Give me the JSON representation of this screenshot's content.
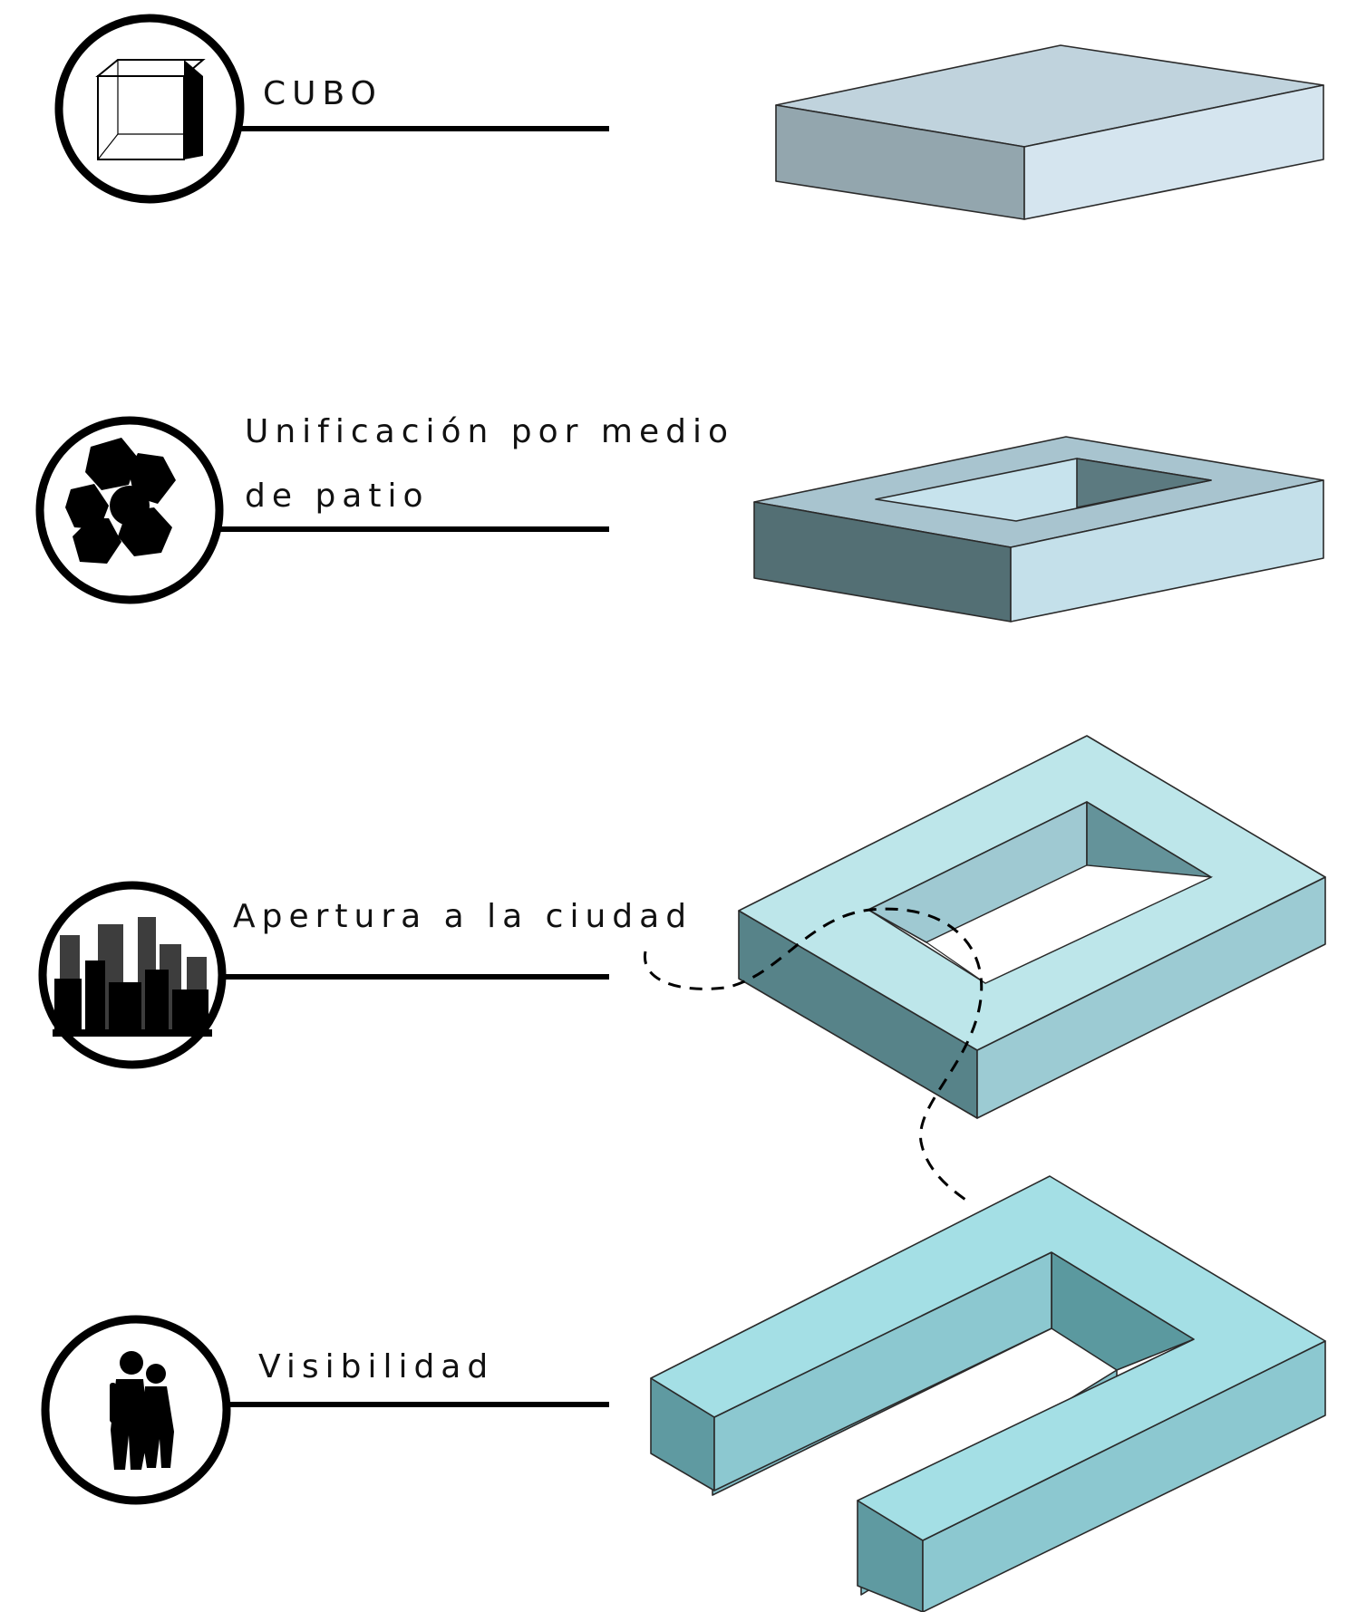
{
  "steps": [
    {
      "label_lines": [
        "CUBO"
      ],
      "icon": "cube-icon"
    },
    {
      "label_lines": [
        "Unificación por medio",
        "de patio"
      ],
      "icon": "hands-circle-icon"
    },
    {
      "label_lines": [
        "Apertura a la ciudad"
      ],
      "icon": "city-skyline-icon"
    },
    {
      "label_lines": [
        "Visibilidad"
      ],
      "icon": "people-embrace-icon"
    }
  ],
  "colors": {
    "block1": {
      "top": "#c0d3dd",
      "left": "#93a6ae",
      "right": "#d5e5ef"
    },
    "block2": {
      "top": "#a8c4cf",
      "left": "#536f74",
      "right": "#c4e0ea",
      "court_floor": "#c7e3ed",
      "court_wall": "#5c7a80"
    },
    "block3": {
      "top": "#bde6ea",
      "left": "#578389",
      "right": "#9ccbd3",
      "court_wall_left": "#9fc9d2",
      "court_wall_back": "#64939a"
    },
    "block4": {
      "top": "#a4dfe5",
      "left": "#5f9aa1",
      "right": "#8cc8d0",
      "inner_wall": "#84c1ca",
      "inner_back": "#5b999f"
    },
    "line": "#000000",
    "text": "#111111"
  }
}
